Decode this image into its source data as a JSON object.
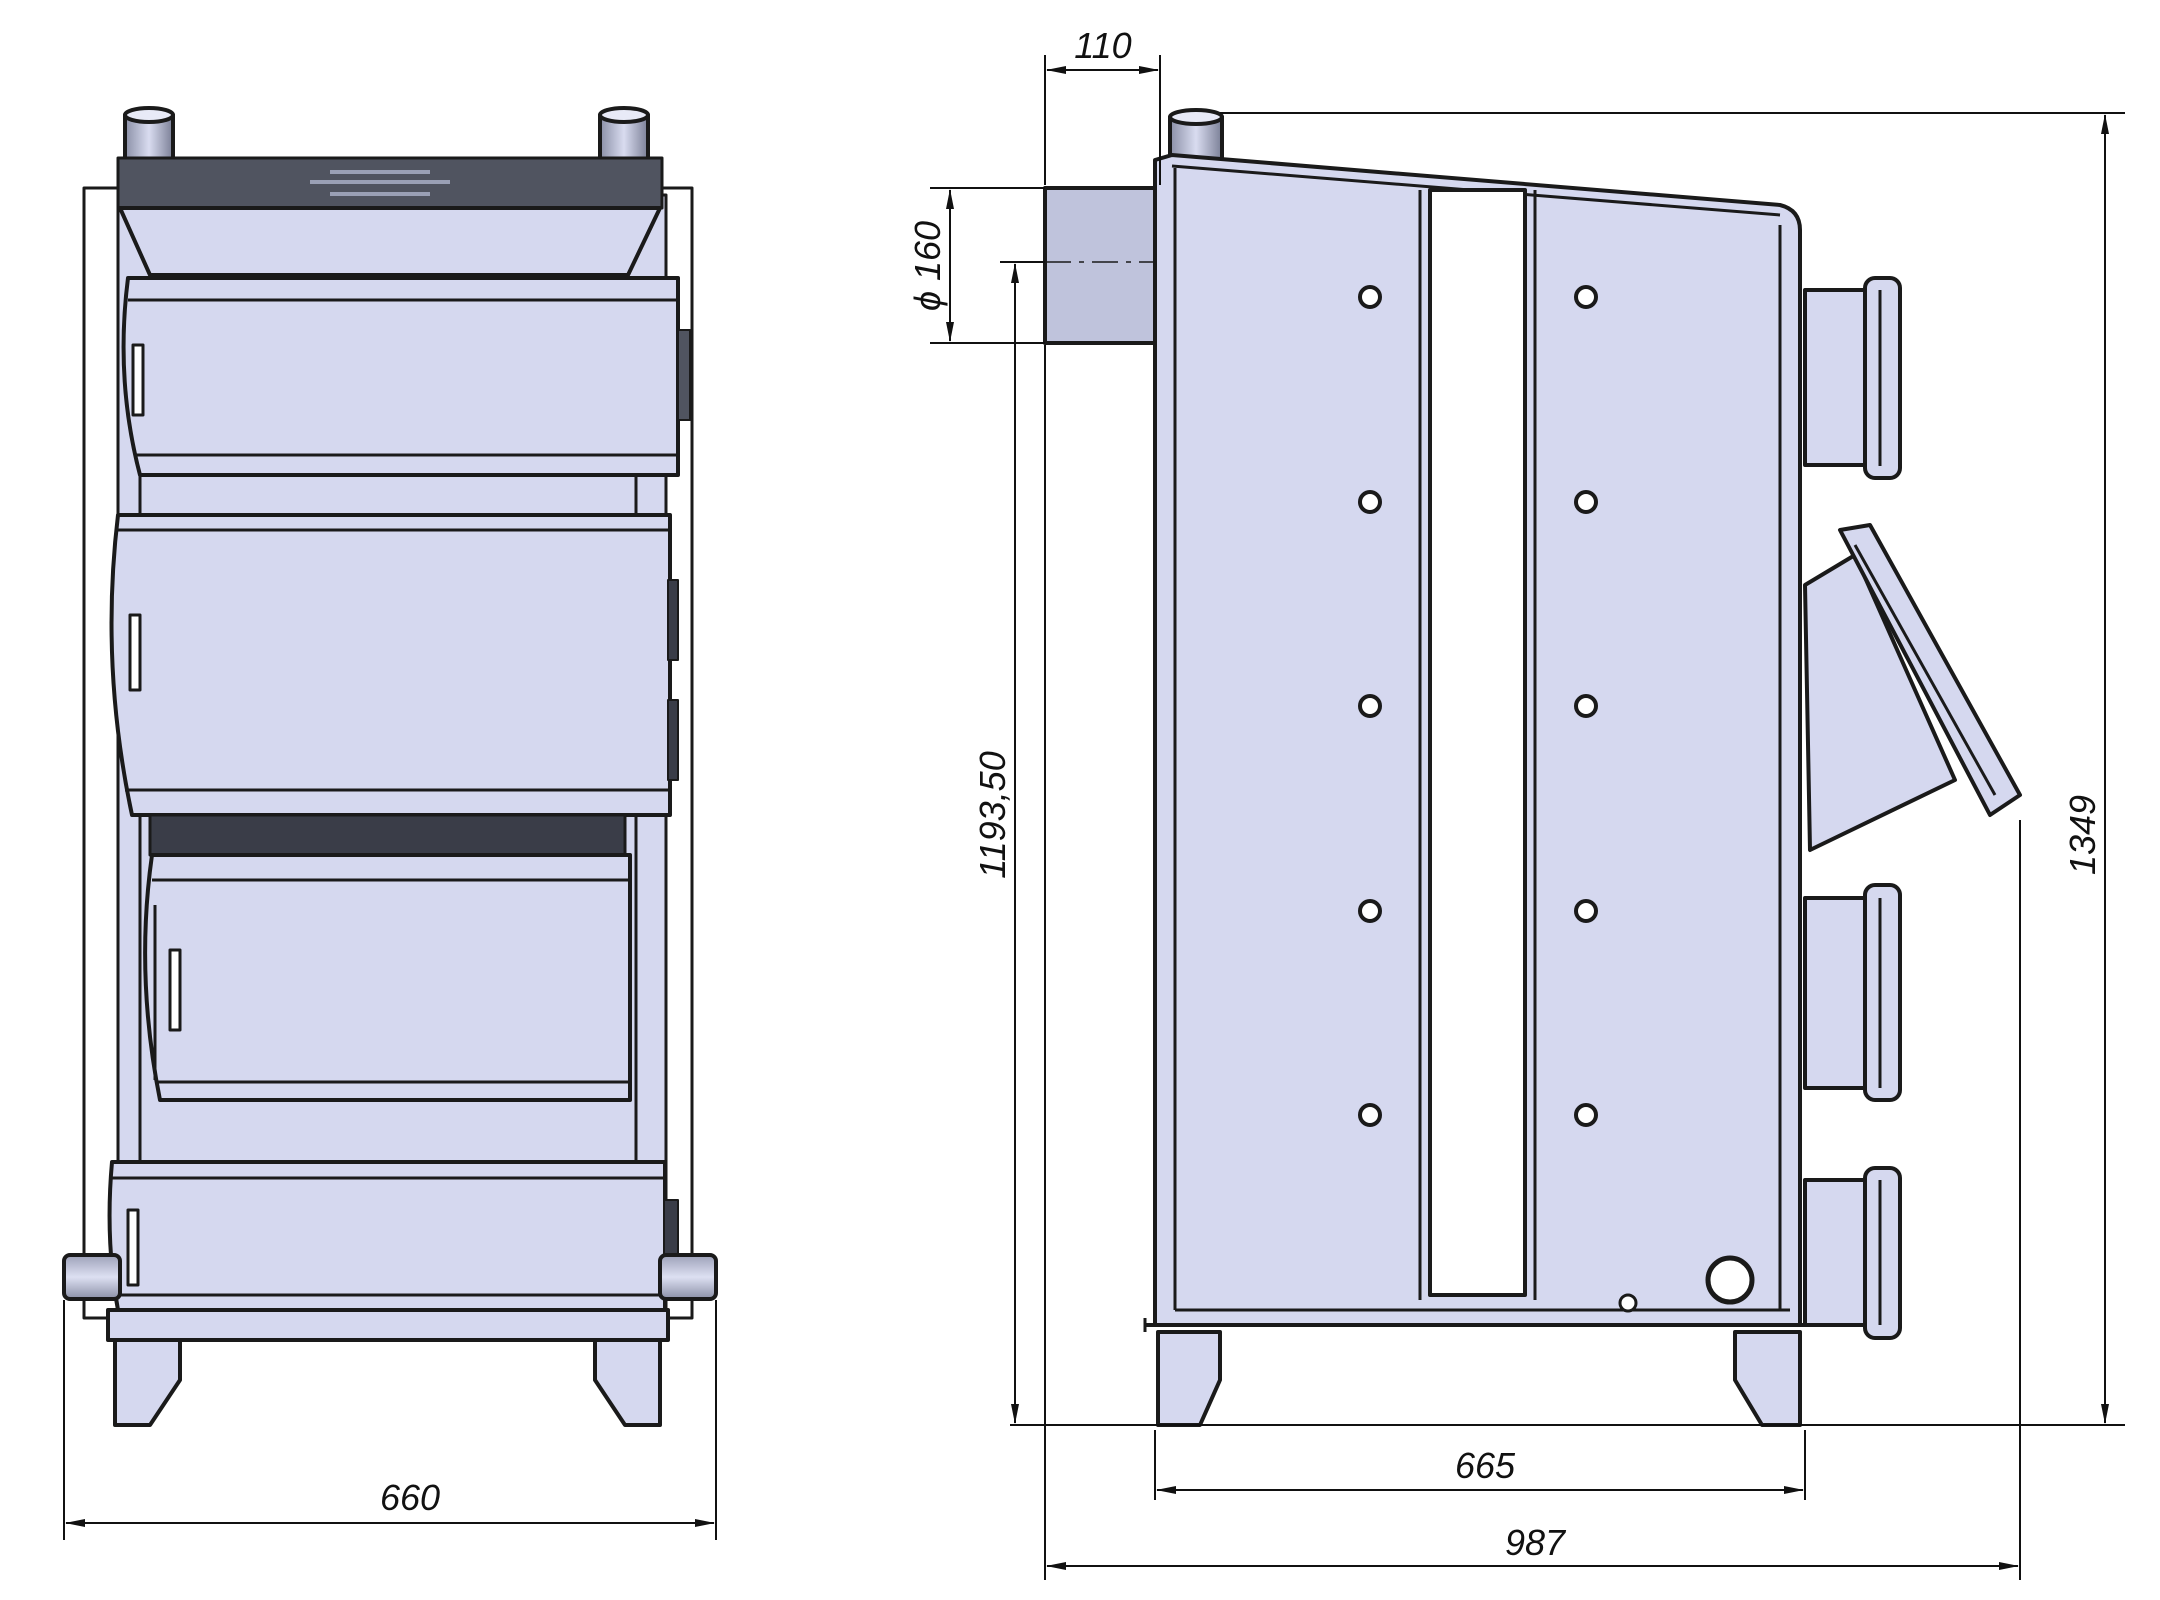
{
  "dimensions": {
    "pipe_offset": "110",
    "pipe_diameter": "ϕ 160",
    "front_width": "660",
    "leg_span": "665",
    "total_depth": "987",
    "pipe_height": "1193,50",
    "total_height": "1349"
  },
  "colors": {
    "body_fill": "#d5d8ef",
    "outline": "#1a1a1a",
    "dark_panel": "#505460",
    "shadow": "#3a3d48"
  }
}
